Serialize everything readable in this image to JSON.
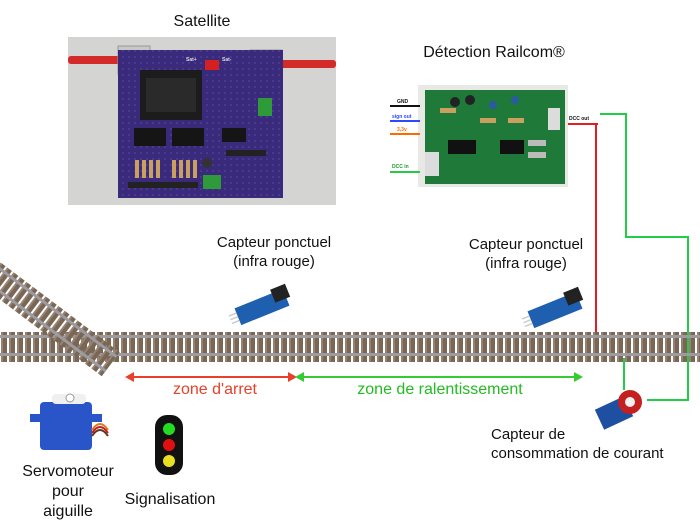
{
  "satellite": {
    "title": "Satellite",
    "board_labels": [
      "Sat+",
      "Sat-"
    ]
  },
  "railcom": {
    "title": "Détection Railcom®",
    "pins": {
      "gnd": "GND",
      "sign_out": "sign out",
      "v33": "3,3v",
      "dcc_out": "DCC out",
      "dcc_in": "DCC in"
    }
  },
  "sensors": {
    "left_label": "Capteur ponctuel\n(infra rouge)",
    "right_label": "Capteur ponctuel\n(infra rouge)"
  },
  "zones": {
    "stop": "zone d'arret",
    "slowdown": "zone de ralentissement"
  },
  "current_sensor": {
    "label": "Capteur de\nconsommation de courant"
  },
  "servo": {
    "label": "Servomoteur\npour\naiguille"
  },
  "signal": {
    "label": "Signalisation"
  },
  "colors": {
    "stop_zone": "#e8402a",
    "slowdown_zone": "#33cc33",
    "pcb_purple": "#3a2a7c",
    "pcb_green": "#1f7a3a",
    "wire_red": "#e02020",
    "wire_green": "#22cc44"
  }
}
